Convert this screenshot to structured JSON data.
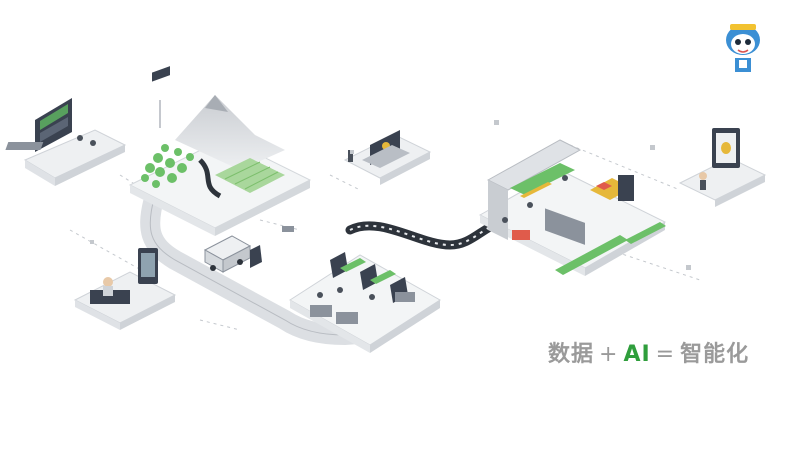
{
  "slogan": {
    "data_word": "数据",
    "plus": "+",
    "ai": "AI",
    "equals": "=",
    "result": "智能化"
  },
  "colors": {
    "accent_green": "#2f9e3c",
    "slogan_gray": "#9a9a9a",
    "road_gray": "#dcdfe3",
    "panel_dark": "#3a4250"
  },
  "icons": [
    "mascot-logo",
    "dashboard-screen-icon",
    "mountain-icon",
    "tree-icon",
    "laptop-icon",
    "truck-icon",
    "phone-app-icon",
    "conveyor-icon",
    "factory-machine-icon",
    "tablet-icon"
  ]
}
